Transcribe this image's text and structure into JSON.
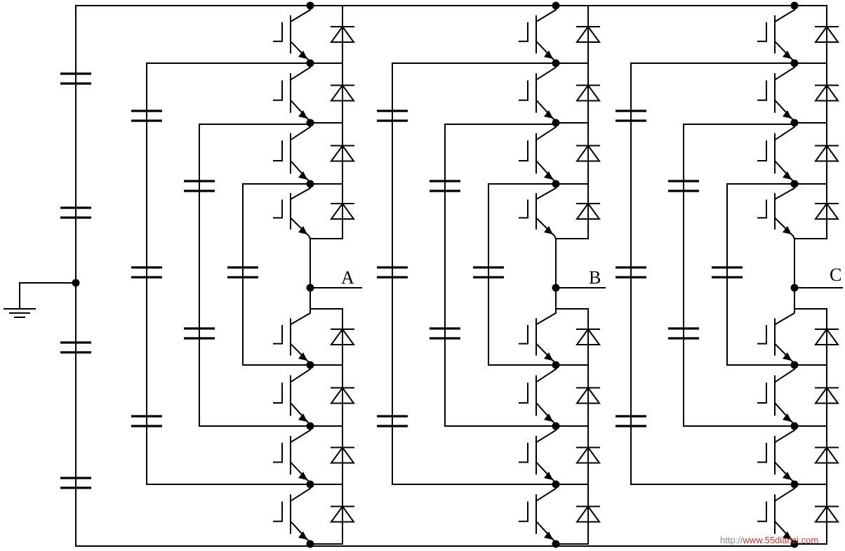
{
  "diagram": {
    "type": "three-level diode-free flying-capacitor inverter schematic",
    "phase_labels": [
      "A",
      "B",
      "C"
    ],
    "ground_symbol": "ground-icon"
  },
  "watermark": {
    "prefix": "http://",
    "site": "www.55dianzi.com"
  }
}
